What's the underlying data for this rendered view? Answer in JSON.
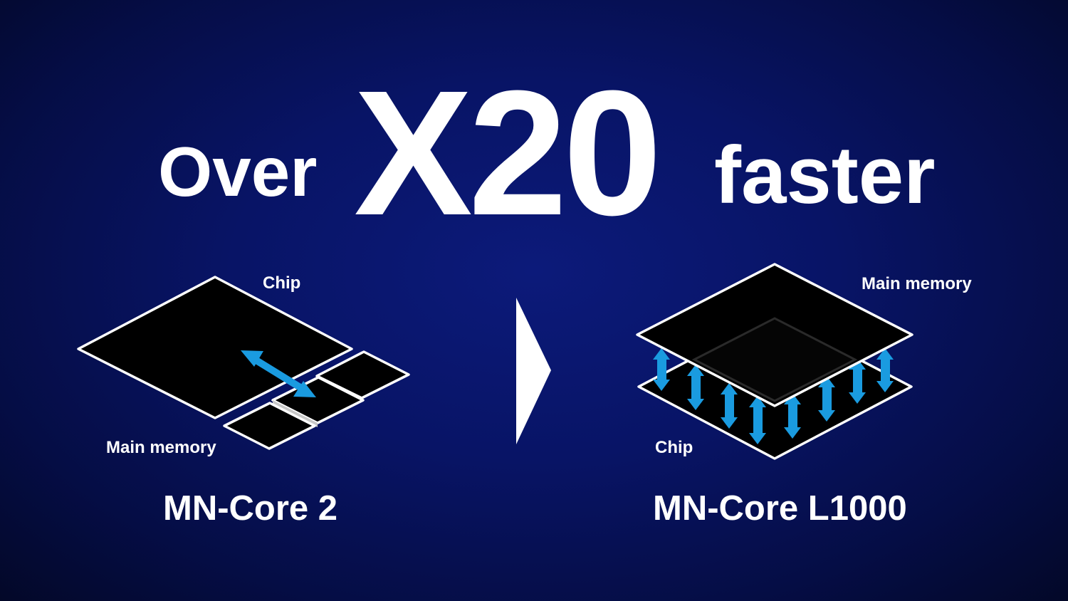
{
  "headline": {
    "prefix": "Over",
    "multiplier": "X20",
    "suffix": "faster"
  },
  "left_diagram": {
    "chip_label": "Chip",
    "memory_label": "Main memory",
    "product_name": "MN-Core 2"
  },
  "right_diagram": {
    "memory_label": "Main memory",
    "chip_label": "Chip",
    "product_name": "MN-Core L1000"
  },
  "colors": {
    "background": "#081466",
    "arrow": "#1a9be0",
    "outline": "#ffffff",
    "block_fill": "#000000"
  }
}
